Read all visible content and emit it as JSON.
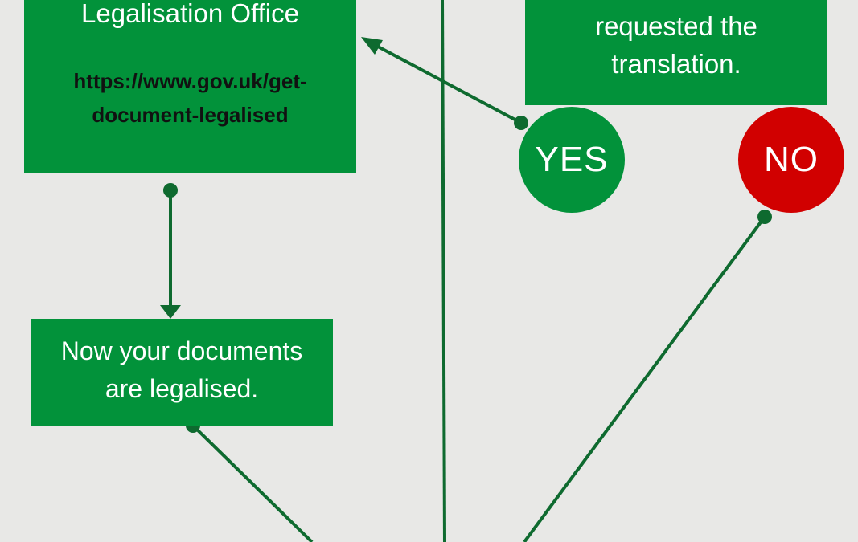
{
  "colors": {
    "background": "#e8e8e6",
    "box_green": "#02923a",
    "connector_green": "#0e6a2f",
    "no_red": "#d10000",
    "url_text": "#111111"
  },
  "boxes": {
    "legalisation_office": {
      "title": "Legalisation Office",
      "url_line1": "https://www.gov.uk/get-",
      "url_line2": "document-legalised"
    },
    "requested": {
      "line1": "requested the",
      "line2": "translation."
    },
    "legalised": {
      "line1": "Now your documents",
      "line2": "are legalised."
    }
  },
  "decisions": {
    "yes_label": "YES",
    "no_label": "NO"
  }
}
